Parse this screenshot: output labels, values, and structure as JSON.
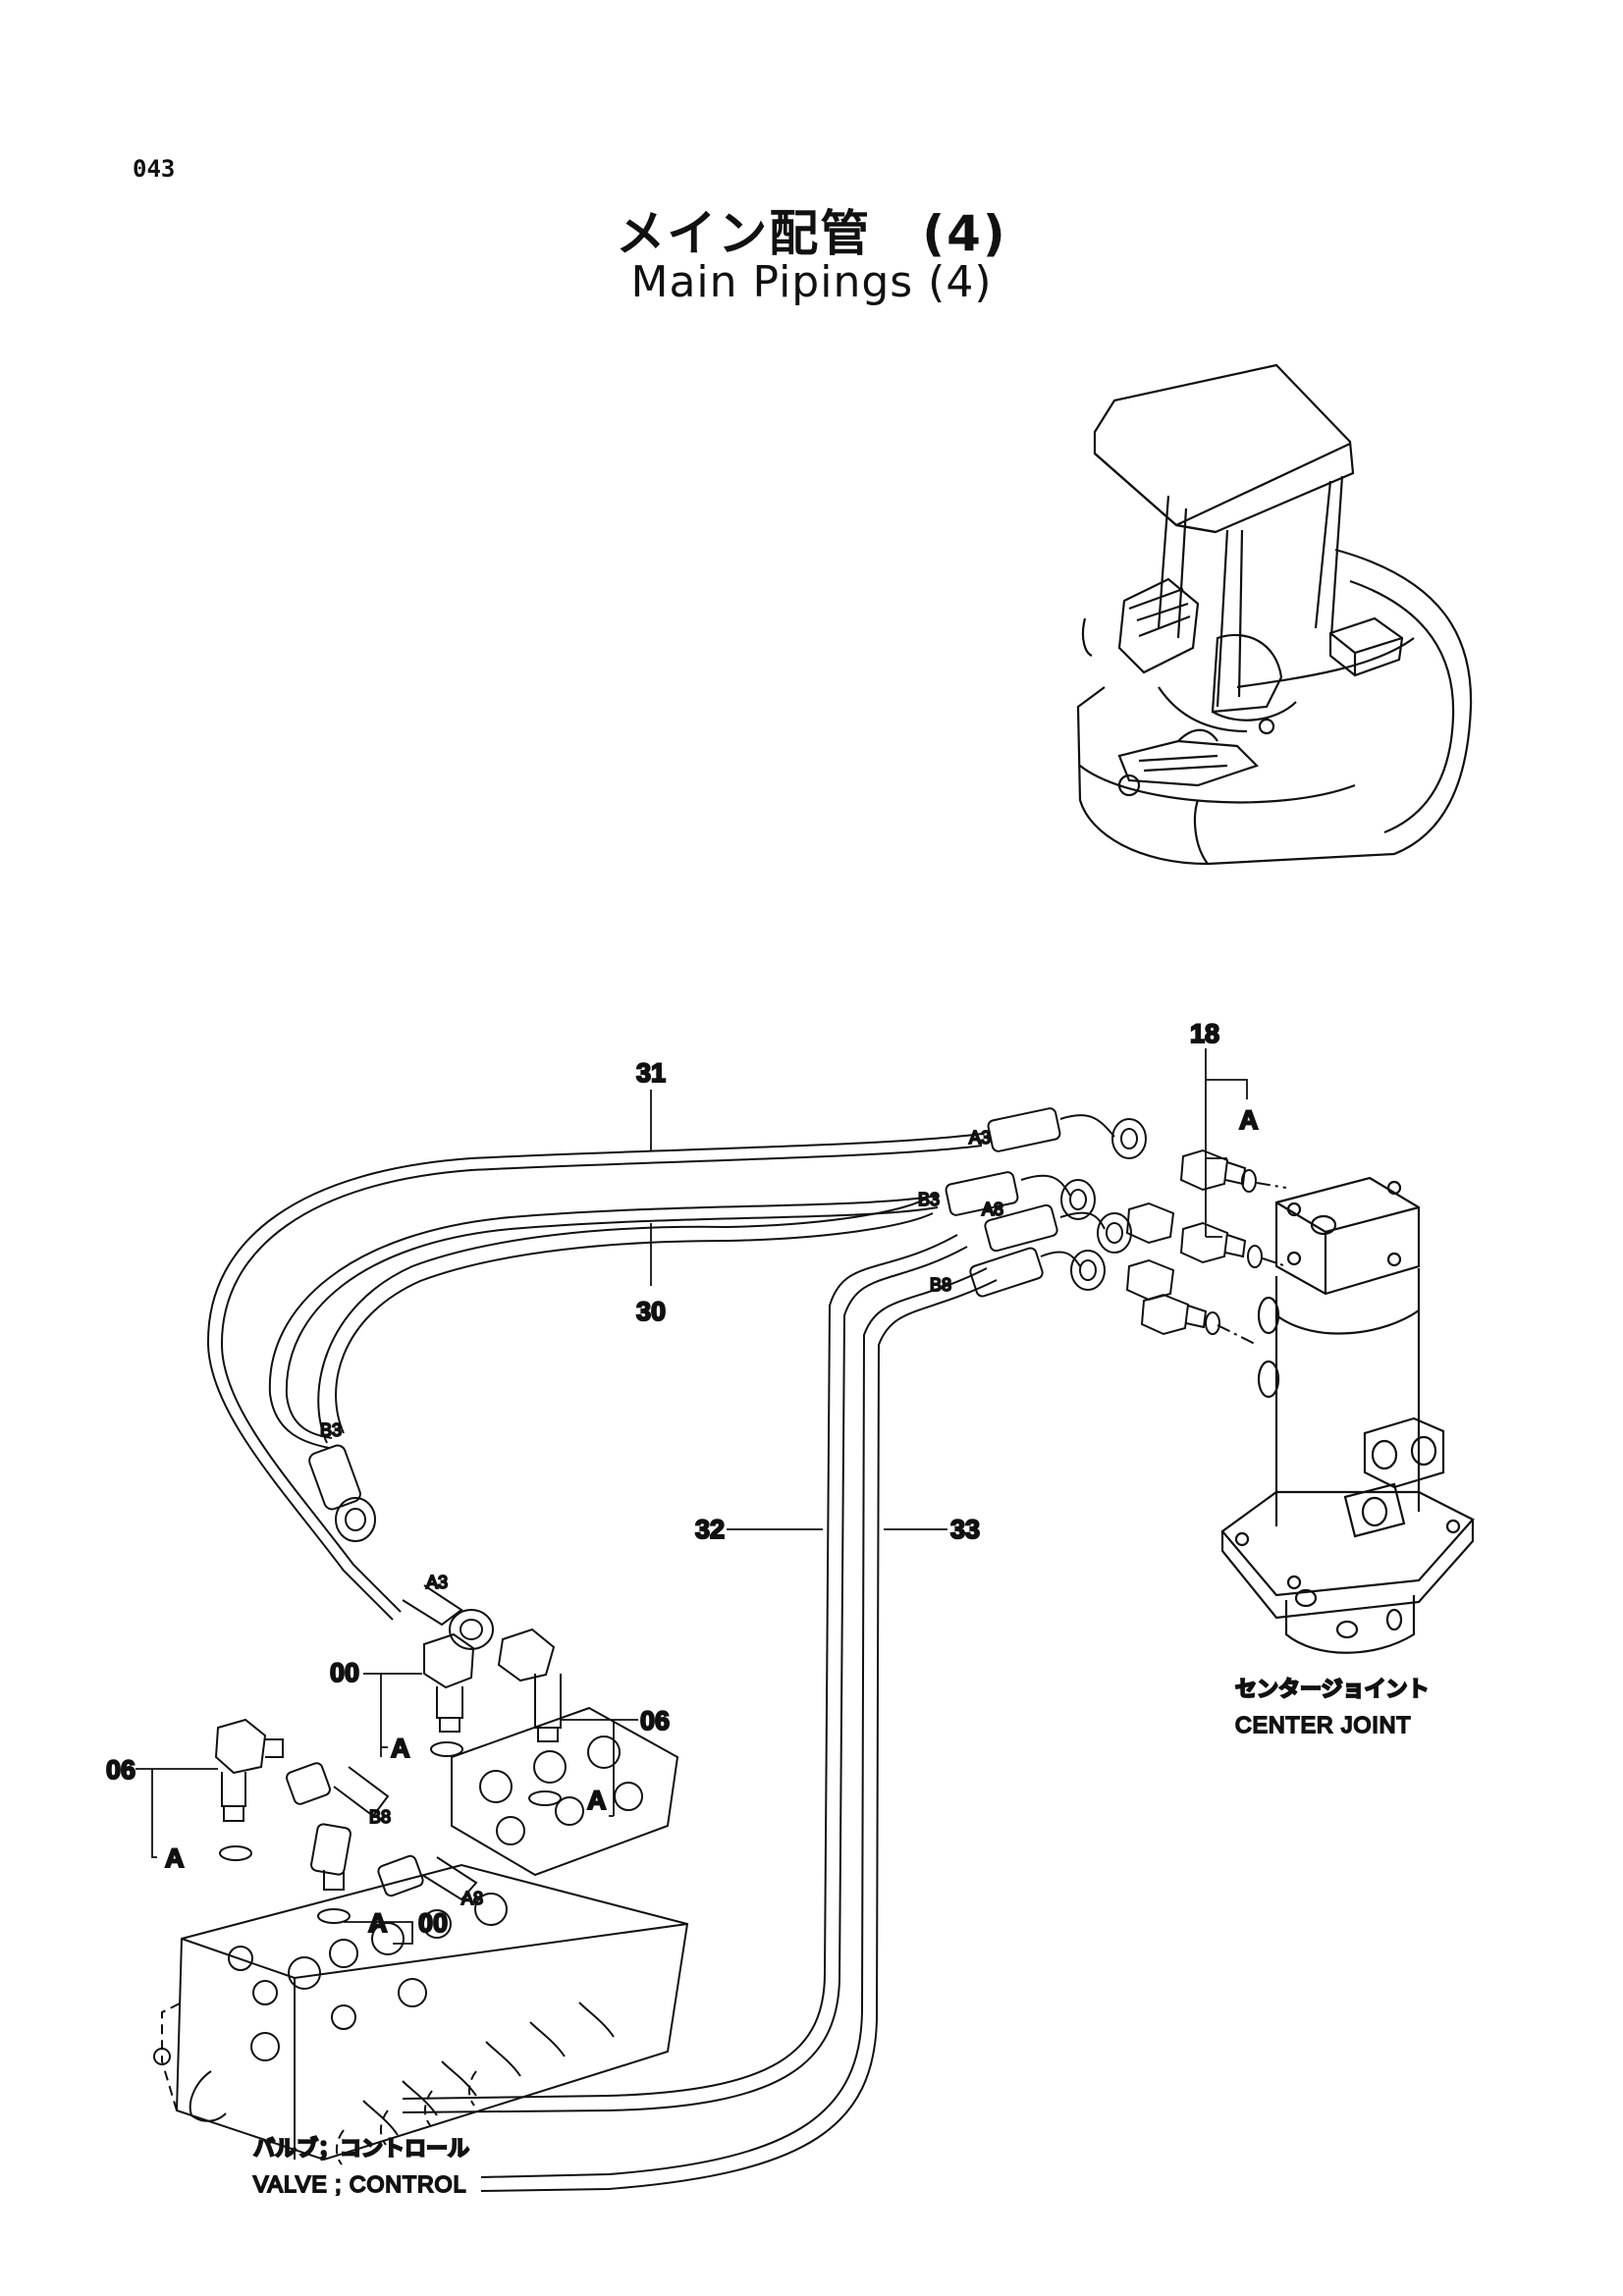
{
  "page_code": "043",
  "title_jp": "メイン配管　(4)",
  "title_en": "Main Pipings (4)",
  "callouts": {
    "c31": "31",
    "c30": "30",
    "c18": "18",
    "c32": "32",
    "c33": "33",
    "c00a": "00",
    "c00b": "00",
    "c06a": "06",
    "c06b": "06",
    "ref_a1": "A",
    "ref_a2": "A",
    "ref_a3": "A",
    "ref_a4": "A",
    "ref_a5": "A"
  },
  "port_labels": {
    "a3_top": "A3",
    "b3_top": "B3",
    "a8_top": "A8",
    "b8_top": "B8",
    "b3_left": "B3",
    "a3_left": "A3",
    "b8_bottom": "B8",
    "a8_bottom": "A8"
  },
  "captions": {
    "center_joint_jp": "センタージョイント",
    "center_joint_en": "CENTER JOINT",
    "valve_jp": "バルブ；コントロール",
    "valve_en": "VALVE ; CONTROL"
  }
}
